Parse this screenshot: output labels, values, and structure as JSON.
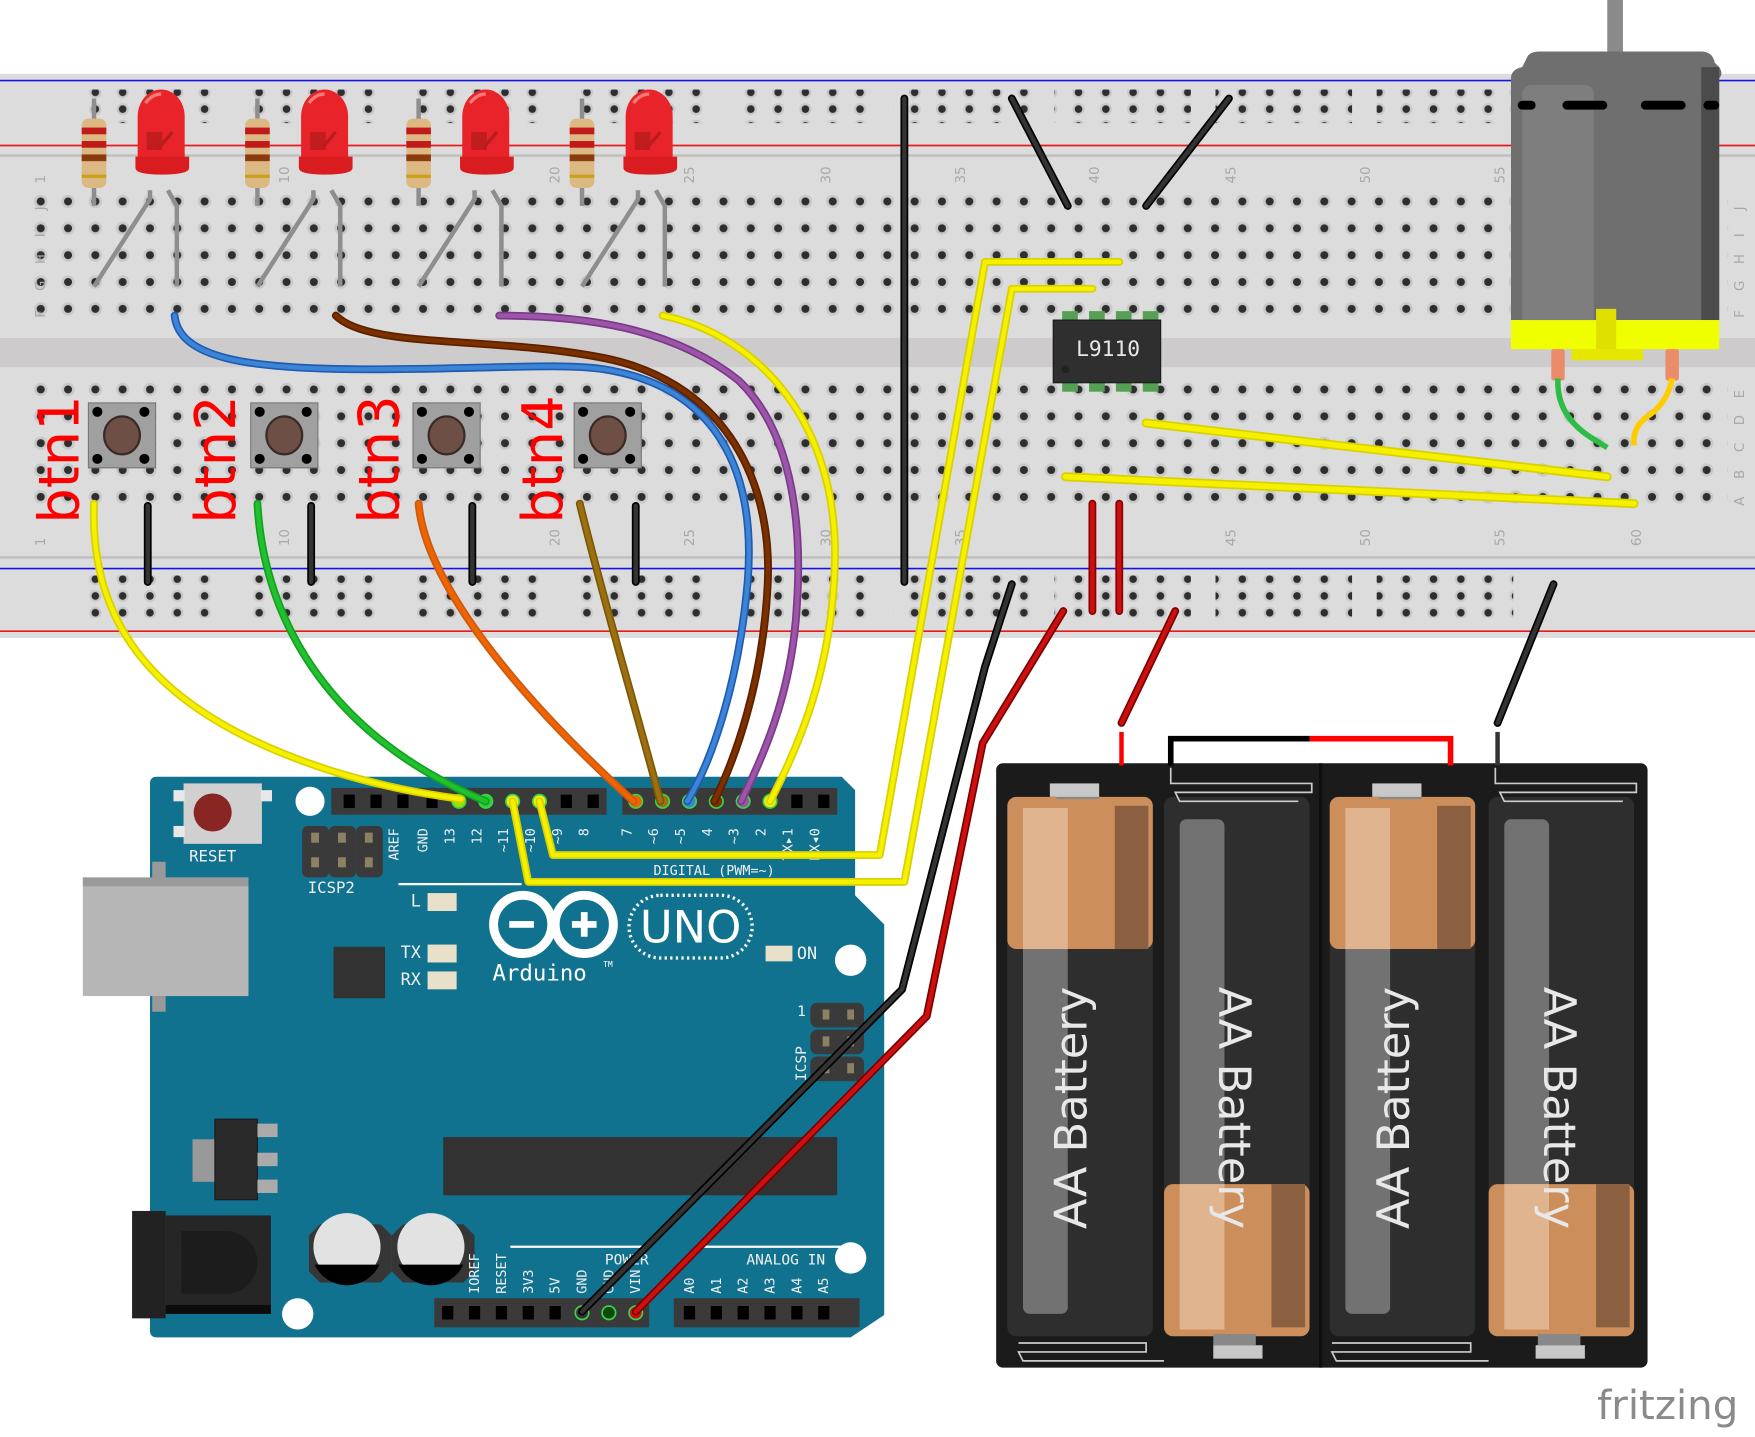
{
  "breadboard": {
    "row_letters_top": [
      "J",
      "I",
      "H",
      "G",
      "F"
    ],
    "row_letters_bottom": [
      "E",
      "D",
      "C",
      "B",
      "A"
    ],
    "column_numbers": [
      "1",
      "10",
      "20",
      "25",
      "30",
      "35",
      "40",
      "45",
      "50",
      "55",
      "60"
    ]
  },
  "buttons": [
    {
      "label": "btn1"
    },
    {
      "label": "btn2"
    },
    {
      "label": "btn3"
    },
    {
      "label": "btn4"
    }
  ],
  "leds": [
    {
      "color": "#e8242a"
    },
    {
      "color": "#e8242a"
    },
    {
      "color": "#e8242a"
    },
    {
      "color": "#e8242a"
    }
  ],
  "chip": {
    "label": "L9110"
  },
  "arduino": {
    "brand": "Arduino",
    "trademark": "TM",
    "model": "UNO",
    "reset_label": "RESET",
    "icsp2_label": "ICSP2",
    "icsp_label": "ICSP",
    "icsp_pin1": "1",
    "led_l": "L",
    "led_tx": "TX",
    "led_rx": "RX",
    "led_on": "ON",
    "digital_label": "DIGITAL (PWM=~)",
    "power_label": "POWER",
    "analog_label": "ANALOG IN",
    "digital_pins": [
      "AREF",
      "GND",
      "13",
      "12",
      "~11",
      "~10",
      "~9",
      "8",
      "7",
      "~6",
      "~5",
      "4",
      "~3",
      "2",
      "TX▸1",
      "RX◂0"
    ],
    "power_pins": [
      "IOREF",
      "RESET",
      "3V3",
      "5V",
      "GND",
      "GND",
      "VIN"
    ],
    "analog_pins": [
      "A0",
      "A1",
      "A2",
      "A3",
      "A4",
      "A5"
    ]
  },
  "battery_pack": {
    "cells": [
      {
        "label": "AA Battery"
      },
      {
        "label": "AA Battery"
      },
      {
        "label": "AA Battery"
      },
      {
        "label": "AA Battery"
      }
    ]
  },
  "wires": [
    {
      "from": "btn1",
      "to": "pin 13",
      "color": "#f5ef00"
    },
    {
      "from": "btn2",
      "to": "pin 12",
      "color": "#21c02e"
    },
    {
      "from": "btn3",
      "to": "pin 7",
      "color": "#f06400"
    },
    {
      "from": "btn4",
      "to": "pin 6",
      "color": "#9c7010"
    },
    {
      "from": "LED1",
      "to": "pin 5",
      "color": "#3c84d8"
    },
    {
      "from": "LED2",
      "to": "pin 4",
      "color": "#7c3000"
    },
    {
      "from": "LED3",
      "to": "pin 3",
      "color": "#9c55a8"
    },
    {
      "from": "LED4",
      "to": "pin 2",
      "color": "#f5ef00"
    },
    {
      "from": "pin 11",
      "to": "L9110",
      "color": "#f5ef00"
    },
    {
      "from": "pin 10",
      "to": "L9110",
      "color": "#f5ef00"
    },
    {
      "from": "GND",
      "to": "breadboard rail",
      "color": "#333333"
    },
    {
      "from": "VIN",
      "to": "breadboard rail",
      "color": "#cc1010"
    }
  ],
  "watermark": "fritzing"
}
